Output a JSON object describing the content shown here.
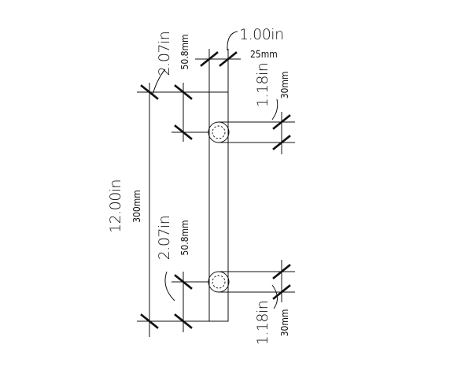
{
  "dimensions": {
    "overall_length": {
      "imperial": "12.00in",
      "metric": "300mm"
    },
    "top_offset": {
      "imperial": "2.07in",
      "metric": "50.8mm"
    },
    "bottom_offset": {
      "imperial": "2.07in",
      "metric": "50.8mm"
    },
    "bar_width": {
      "imperial": "1.00in",
      "metric": "25mm"
    },
    "top_standoff": {
      "imperial": "1.18in",
      "metric": "30mm"
    },
    "bottom_standoff": {
      "imperial": "1.18in",
      "metric": "30mm"
    }
  }
}
